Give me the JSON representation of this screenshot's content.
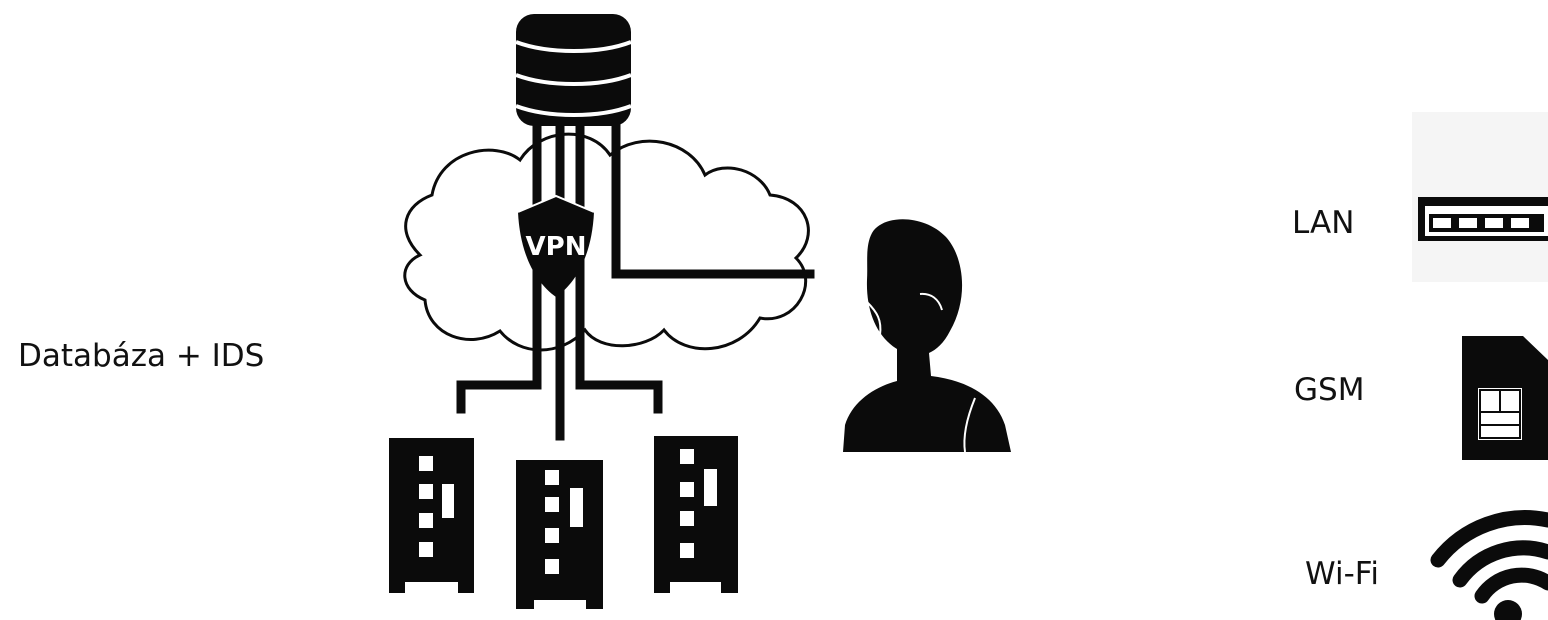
{
  "left_label": "Databáza + IDS",
  "vpn_text": "VPN",
  "connections": [
    {
      "label": "LAN",
      "icon": "ethernet-switch-icon"
    },
    {
      "label": "GSM",
      "icon": "sim-card-icon"
    },
    {
      "label": "Wi-Fi",
      "icon": "wifi-icon"
    }
  ],
  "colors": {
    "ink": "#0b0b0b",
    "background": "#ffffff",
    "icon_panel": "#f5f5f5"
  },
  "icons": [
    "database-icon",
    "cloud-icon",
    "vpn-shield-icon",
    "person-icon",
    "building-icon"
  ]
}
